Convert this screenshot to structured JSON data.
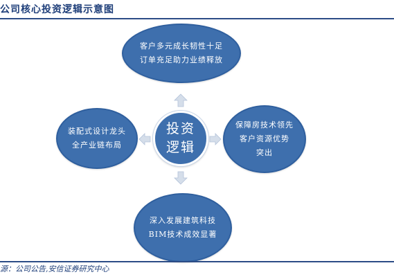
{
  "page": {
    "title": "公司核心投资逻辑示意图",
    "source": "源：公司公告,安信证券研究中心"
  },
  "diagram": {
    "center": {
      "line1": "投资",
      "line2": "逻辑"
    },
    "top": {
      "line1": "客户多元成长韧性十足",
      "line2": "订单充足助力业绩释放"
    },
    "left": {
      "line1": "装配式设计龙头",
      "line2": "全产业链布局"
    },
    "right": {
      "line1": "保障房技术领先",
      "line2": "客户资源优势",
      "line3": "突出"
    },
    "bottom": {
      "line1": "深入发展建筑科技",
      "line2": "BIM技术成效显著"
    }
  },
  "colors": {
    "node_fill": "#3e6fad",
    "arrow_fill": "#d5deea",
    "accent": "#1f3f7a"
  }
}
